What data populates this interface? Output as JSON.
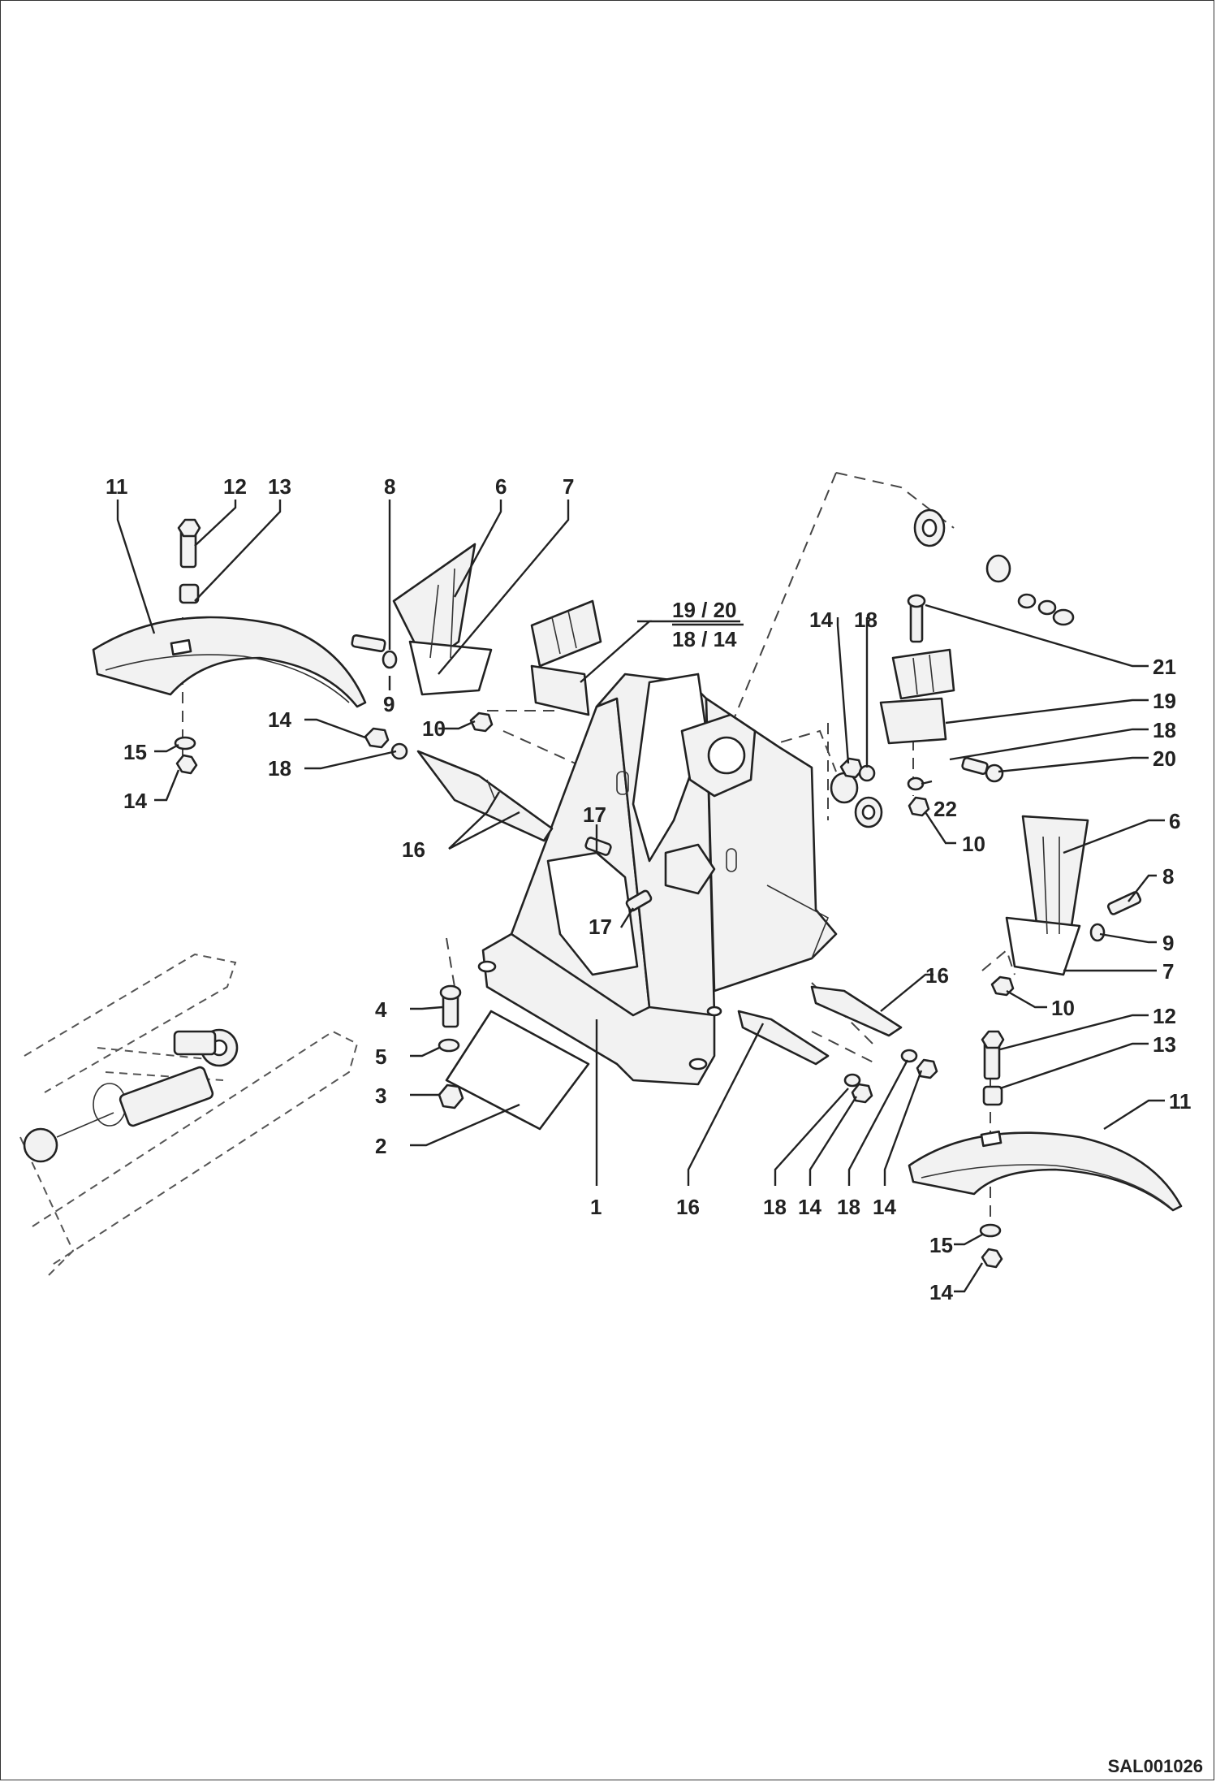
{
  "drawing": {
    "code": "SAL001026",
    "callouts": [
      {
        "id": "c11a",
        "text": "11"
      },
      {
        "id": "c12a",
        "text": "12"
      },
      {
        "id": "c13a",
        "text": "13"
      },
      {
        "id": "c8a",
        "text": "8"
      },
      {
        "id": "c6a",
        "text": "6"
      },
      {
        "id": "c7a",
        "text": "7"
      },
      {
        "id": "c9a",
        "text": "9"
      },
      {
        "id": "c10a",
        "text": "10"
      },
      {
        "id": "c14a",
        "text": "14"
      },
      {
        "id": "c15a",
        "text": "15"
      },
      {
        "id": "c14b",
        "text": "14"
      },
      {
        "id": "c18a",
        "text": "18"
      },
      {
        "id": "c16a",
        "text": "16"
      },
      {
        "id": "c17a",
        "text": "17"
      },
      {
        "id": "c17b",
        "text": "17"
      },
      {
        "id": "c1920",
        "text": "19 / 20"
      },
      {
        "id": "c1814",
        "text": "18 / 14"
      },
      {
        "id": "c14c",
        "text": "14"
      },
      {
        "id": "c18b",
        "text": "18"
      },
      {
        "id": "c21",
        "text": "21"
      },
      {
        "id": "c19",
        "text": "19"
      },
      {
        "id": "c18c",
        "text": "18"
      },
      {
        "id": "c20",
        "text": "20"
      },
      {
        "id": "c22",
        "text": "22"
      },
      {
        "id": "c10b",
        "text": "10"
      },
      {
        "id": "c6b",
        "text": "6"
      },
      {
        "id": "c8b",
        "text": "8"
      },
      {
        "id": "c9b",
        "text": "9"
      },
      {
        "id": "c7b",
        "text": "7"
      },
      {
        "id": "c16b",
        "text": "16"
      },
      {
        "id": "c10c",
        "text": "10"
      },
      {
        "id": "c12b",
        "text": "12"
      },
      {
        "id": "c13b",
        "text": "13"
      },
      {
        "id": "c11b",
        "text": "11"
      },
      {
        "id": "c4",
        "text": "4"
      },
      {
        "id": "c5",
        "text": "5"
      },
      {
        "id": "c3",
        "text": "3"
      },
      {
        "id": "c2",
        "text": "2"
      },
      {
        "id": "c1",
        "text": "1"
      },
      {
        "id": "c16c",
        "text": "16"
      },
      {
        "id": "c18d",
        "text": "18"
      },
      {
        "id": "c14d",
        "text": "14"
      },
      {
        "id": "c18e",
        "text": "18"
      },
      {
        "id": "c14e",
        "text": "14"
      },
      {
        "id": "c15b",
        "text": "15"
      },
      {
        "id": "c14f",
        "text": "14"
      }
    ]
  }
}
